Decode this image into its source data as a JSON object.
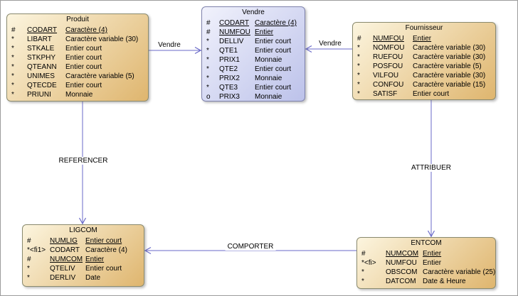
{
  "diagram": {
    "colors": {
      "entity_fill_start": "#FCF5DF",
      "entity_fill_end": "#DCAF63",
      "entity_border": "#8A8A6E",
      "association_fill_start": "#F1F2FC",
      "association_fill_end": "#B7BDE8",
      "association_border": "#7E82AC",
      "line": "#6A6AC8",
      "canvas_border": "#9C9C9C",
      "canvas_bg": "#FFFFFF",
      "text": "#000000"
    },
    "entities": [
      {
        "id": "produit",
        "title": "Produit",
        "kind": "entity",
        "rows": [
          {
            "marker": "#",
            "name": "CODART",
            "type": "Caractère (4)",
            "pk": true
          },
          {
            "marker": "*",
            "name": "LIBART",
            "type": "Caractère variable (30)",
            "pk": false
          },
          {
            "marker": "*",
            "name": "STKALE",
            "type": "Entier court",
            "pk": false
          },
          {
            "marker": "*",
            "name": "STKPHY",
            "type": "Entier court",
            "pk": false
          },
          {
            "marker": "*",
            "name": "QTEANN",
            "type": "Entier court",
            "pk": false
          },
          {
            "marker": "*",
            "name": "UNIMES",
            "type": "Caractère variable (5)",
            "pk": false
          },
          {
            "marker": "*",
            "name": "QTECDE",
            "type": "Entier court",
            "pk": false
          },
          {
            "marker": "*",
            "name": "PRIUNI",
            "type": "Monnaie",
            "pk": false
          }
        ]
      },
      {
        "id": "vendre",
        "title": "Vendre",
        "kind": "association",
        "rows": [
          {
            "marker": "#",
            "name": "CODART",
            "type": "Caractère (4)",
            "pk": true
          },
          {
            "marker": "#",
            "name": "NUMFOU",
            "type": "Entier",
            "pk": true
          },
          {
            "marker": "*",
            "name": "DELLIV",
            "type": "Entier court",
            "pk": false
          },
          {
            "marker": "*",
            "name": "QTE1",
            "type": "Entier court",
            "pk": false
          },
          {
            "marker": "*",
            "name": "PRIX1",
            "type": "Monnaie",
            "pk": false
          },
          {
            "marker": "*",
            "name": "QTE2",
            "type": "Entier court",
            "pk": false
          },
          {
            "marker": "*",
            "name": "PRIX2",
            "type": "Monnaie",
            "pk": false
          },
          {
            "marker": "*",
            "name": "QTE3",
            "type": "Entier court",
            "pk": false
          },
          {
            "marker": "o",
            "name": "PRIX3",
            "type": "Monnaie",
            "pk": false
          }
        ]
      },
      {
        "id": "fournisseur",
        "title": "Fournisseur",
        "kind": "entity",
        "rows": [
          {
            "marker": "#",
            "name": "NUMFOU",
            "type": "Entier",
            "pk": true
          },
          {
            "marker": "*",
            "name": "NOMFOU",
            "type": "Caractère variable (30)",
            "pk": false
          },
          {
            "marker": "*",
            "name": "RUEFOU",
            "type": "Caractère variable (30)",
            "pk": false
          },
          {
            "marker": "*",
            "name": "POSFOU",
            "type": "Caractère variable (5)",
            "pk": false
          },
          {
            "marker": "*",
            "name": "VILFOU",
            "type": "Caractère variable (30)",
            "pk": false
          },
          {
            "marker": "*",
            "name": "CONFOU",
            "type": "Caractère variable (15)",
            "pk": false
          },
          {
            "marker": "*",
            "name": "SATISF",
            "type": "Entier court",
            "pk": false
          }
        ]
      },
      {
        "id": "ligcom",
        "title": "LIGCOM",
        "kind": "entity",
        "rows": [
          {
            "marker": "#",
            "name": "NUMLIG",
            "type": "Entier court",
            "pk": true
          },
          {
            "marker": "*<fi1>",
            "name": "CODART",
            "type": "Caractère (4)",
            "pk": false
          },
          {
            "marker": "#",
            "name": "NUMCOM",
            "type": "Entier",
            "pk": true
          },
          {
            "marker": "*",
            "name": "QTELIV",
            "type": "Entier court",
            "pk": false
          },
          {
            "marker": "*",
            "name": "DERLIV",
            "type": "Date",
            "pk": false
          }
        ]
      },
      {
        "id": "entcom",
        "title": "ENTCOM",
        "kind": "entity",
        "rows": [
          {
            "marker": "#",
            "name": "NUMCOM",
            "type": "Entier",
            "pk": true
          },
          {
            "marker": "*<fi>",
            "name": "NUMFOU",
            "type": "Entier",
            "pk": false
          },
          {
            "marker": "*",
            "name": "OBSCOM",
            "type": "Caractère variable (25)",
            "pk": false
          },
          {
            "marker": "*",
            "name": "DATCOM",
            "type": "Date & Heure",
            "pk": false
          }
        ]
      }
    ],
    "relations": [
      {
        "label": "Vendre",
        "from": "Produit",
        "to": "Vendre"
      },
      {
        "label": "Vendre",
        "from": "Fournisseur",
        "to": "Vendre"
      },
      {
        "label": "REFERENCER",
        "from": "Produit",
        "to": "LIGCOM"
      },
      {
        "label": "ATTRIBUER",
        "from": "Fournisseur",
        "to": "ENTCOM"
      },
      {
        "label": "COMPORTER",
        "from": "ENTCOM",
        "to": "LIGCOM"
      }
    ]
  }
}
